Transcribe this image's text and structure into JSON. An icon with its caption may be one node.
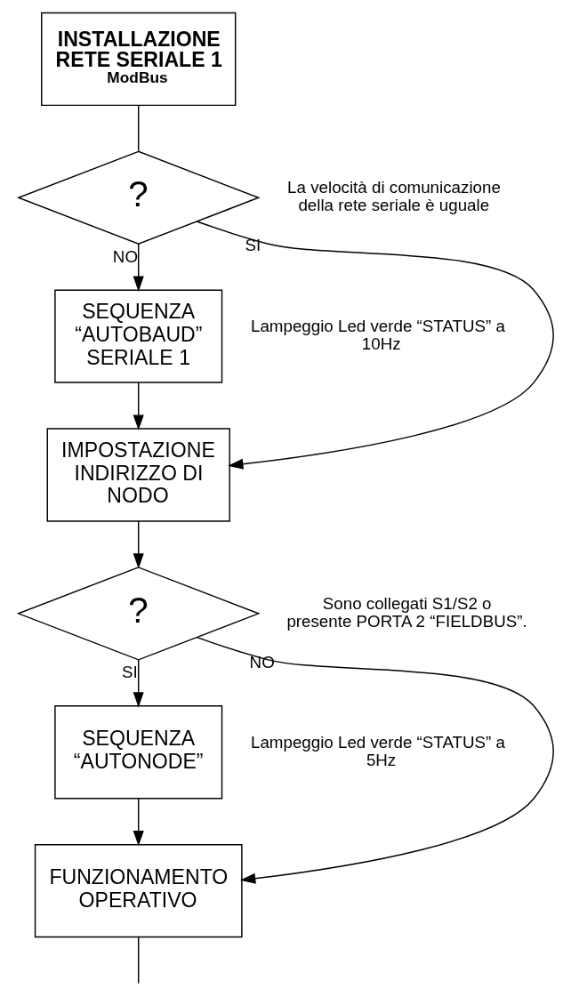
{
  "diagram": {
    "nodes": [
      {
        "text": [
          "INSTALLAZIONE RETE SERIALE 1",
          "ModBus"
        ]
      },
      {
        "text": [
          "?"
        ],
        "beside": [
          "La velocità di comunicazione della rete seriale è uguale"
        ]
      },
      {
        "text": [
          "SEQUENZA “AUTOBAUD” SERIALE 1"
        ],
        "beside": [
          "Lampeggio Led verde “STATUS” a 10Hz"
        ]
      },
      {
        "text": [
          "IMPOSTAZIONE INDIRIZZO DI NODO"
        ]
      },
      {
        "text": [
          "?"
        ],
        "beside": [
          "Sono collegati S1/S2 o presente PORTA 2 “FIELDBUS”."
        ]
      },
      {
        "text": [
          "SEQUENZA “AUTONODE”"
        ],
        "beside": [
          "Lampeggio Led verde “STATUS” a 5Hz"
        ]
      },
      {
        "text": [
          "FUNZIONAMENTO OPERATIVO"
        ]
      }
    ],
    "edges": [
      {
        "from": 0,
        "to": 1,
        "arrow": "none"
      },
      {
        "from": 1,
        "to": 2,
        "arrow": "to",
        "label": "NO"
      },
      {
        "from": 1,
        "to": 3,
        "arrow": "to",
        "label": "SI"
      },
      {
        "from": 2,
        "to": 3,
        "arrow": "to"
      },
      {
        "from": 3,
        "to": 4,
        "arrow": "to"
      },
      {
        "from": 4,
        "to": 5,
        "arrow": "to",
        "label": "SI"
      },
      {
        "from": 4,
        "to": 6,
        "arrow": "to",
        "label": "NO"
      },
      {
        "from": 5,
        "to": 6,
        "arrow": "to"
      },
      {
        "from": 6,
        "to": null,
        "arrow": "none"
      }
    ]
  }
}
